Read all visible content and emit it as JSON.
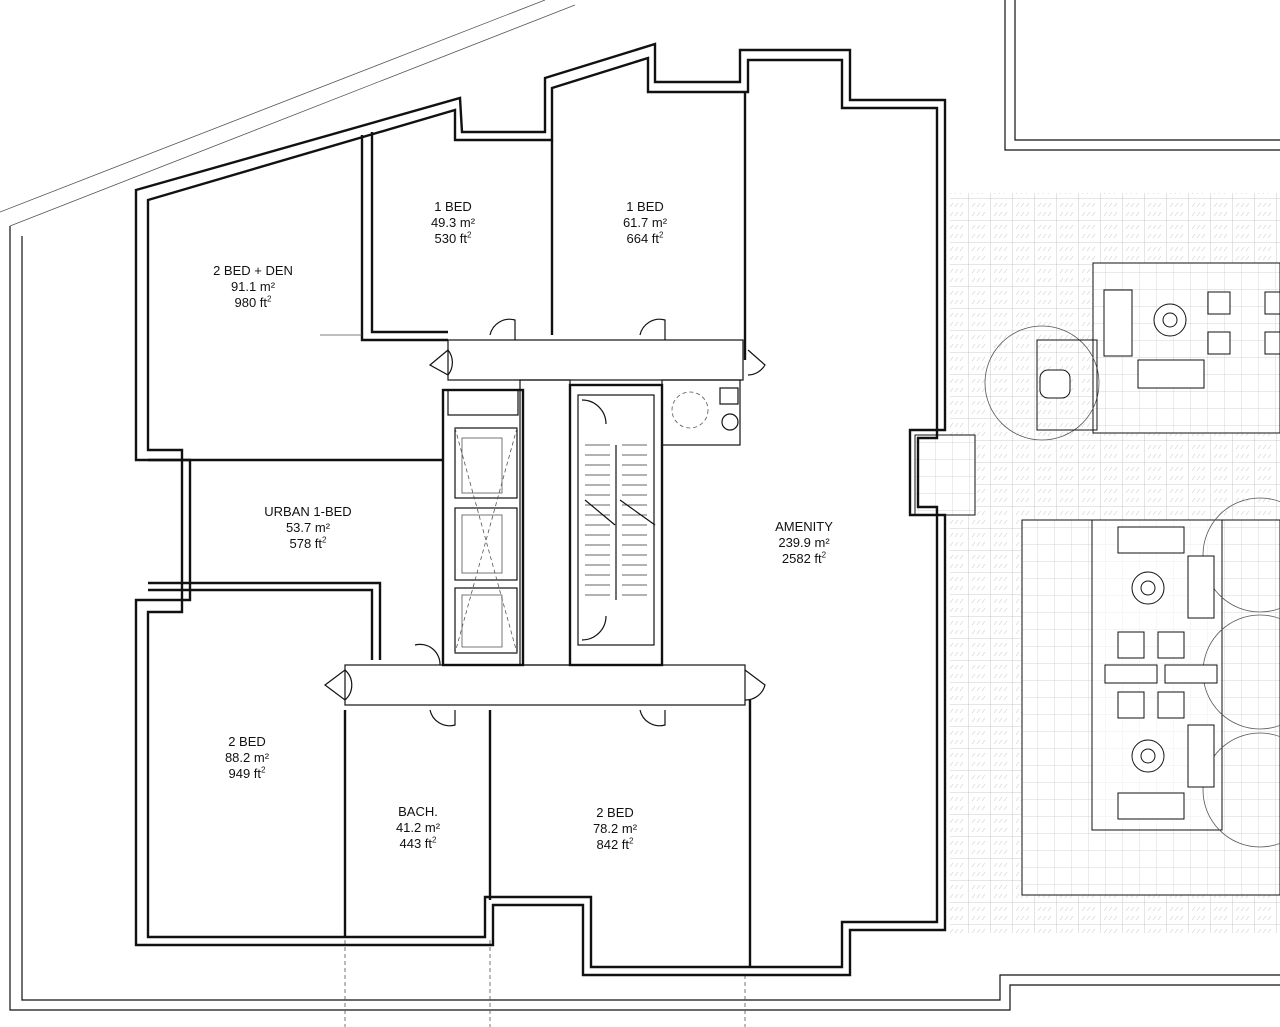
{
  "plan": {
    "rooms": [
      {
        "id": "den",
        "name": "2 BED + DEN",
        "metric": "91.1 m²",
        "imperial": "980 ft"
      },
      {
        "id": "onebed-a",
        "name": "1 BED",
        "metric": "49.3 m²",
        "imperial": "530 ft"
      },
      {
        "id": "onebed-b",
        "name": "1 BED",
        "metric": "61.7 m²",
        "imperial": "664 ft"
      },
      {
        "id": "urban",
        "name": "URBAN 1-BED",
        "metric": "53.7 m²",
        "imperial": "578 ft"
      },
      {
        "id": "amenity",
        "name": "AMENITY",
        "metric": "239.9 m²",
        "imperial": "2582 ft"
      },
      {
        "id": "twobed-a",
        "name": "2 BED",
        "metric": "88.2 m²",
        "imperial": "949 ft"
      },
      {
        "id": "bach",
        "name": "BACH.",
        "metric": "41.2 m²",
        "imperial": "443 ft"
      },
      {
        "id": "twobed-b",
        "name": "2 BED",
        "metric": "78.2 m²",
        "imperial": "842 ft"
      }
    ],
    "area_unit_exponent": "2"
  }
}
